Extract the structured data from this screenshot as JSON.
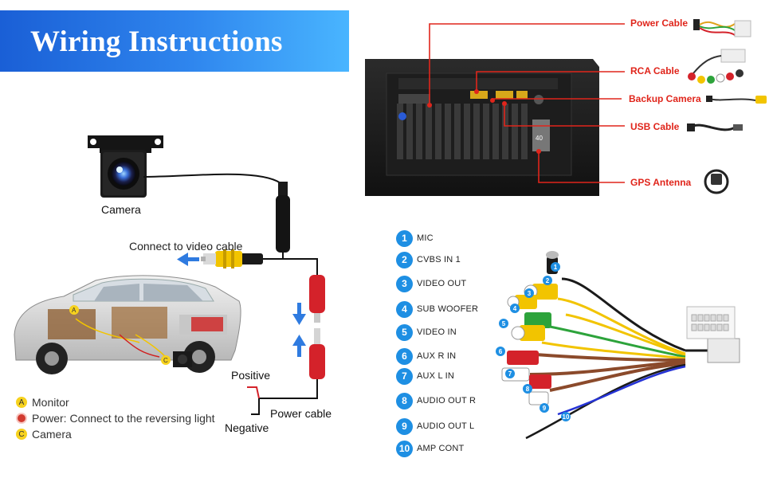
{
  "banner": {
    "title": "Wiring Instructions"
  },
  "camera_section": {
    "camera_label": "Camera",
    "connect_label": "Connect  to video cable",
    "positive_label": "Positive",
    "power_cable_label": "Power cable",
    "negative_label": "Negative"
  },
  "legend": [
    {
      "marker": "A",
      "text": "Monitor",
      "color": "#f7d21e"
    },
    {
      "marker": "",
      "text": "Power: Connect to the reversing light",
      "color": "#d23b30"
    },
    {
      "marker": "C",
      "text": "Camera",
      "color": "#f7d21e"
    }
  ],
  "unit_callouts": {
    "power_cable": "Power Cable",
    "rca_cable": "RCA Cable",
    "backup_camera": "Backup Camera",
    "usb_cable": "USB Cable",
    "gps_antenna": "GPS Antenna",
    "callout_color": "#e0251b"
  },
  "pin_list": [
    {
      "num": "1",
      "label": "MIC"
    },
    {
      "num": "2",
      "label": "CVBS IN 1"
    },
    {
      "num": "3",
      "label": "VIDEO OUT"
    },
    {
      "num": "4",
      "label": "SUB WOOFER"
    },
    {
      "num": "5",
      "label": "VIDEO IN"
    },
    {
      "num": "6",
      "label": "AUX R IN"
    },
    {
      "num": "7",
      "label": "AUX L IN"
    },
    {
      "num": "8",
      "label": "AUDIO OUT R"
    },
    {
      "num": "9",
      "label": "AUDIO OUT L"
    },
    {
      "num": "10",
      "label": "AMP CONT"
    }
  ],
  "harness_markers": [
    "1",
    "2",
    "3",
    "4",
    "5",
    "6",
    "7",
    "8",
    "9",
    "10"
  ],
  "car_markers": {
    "a": "A",
    "c": "C"
  },
  "gps_label": "40",
  "colors": {
    "accent_blue": "#1e8fe3",
    "banner_start": "#1a5fd6",
    "banner_end": "#49b5ff"
  }
}
